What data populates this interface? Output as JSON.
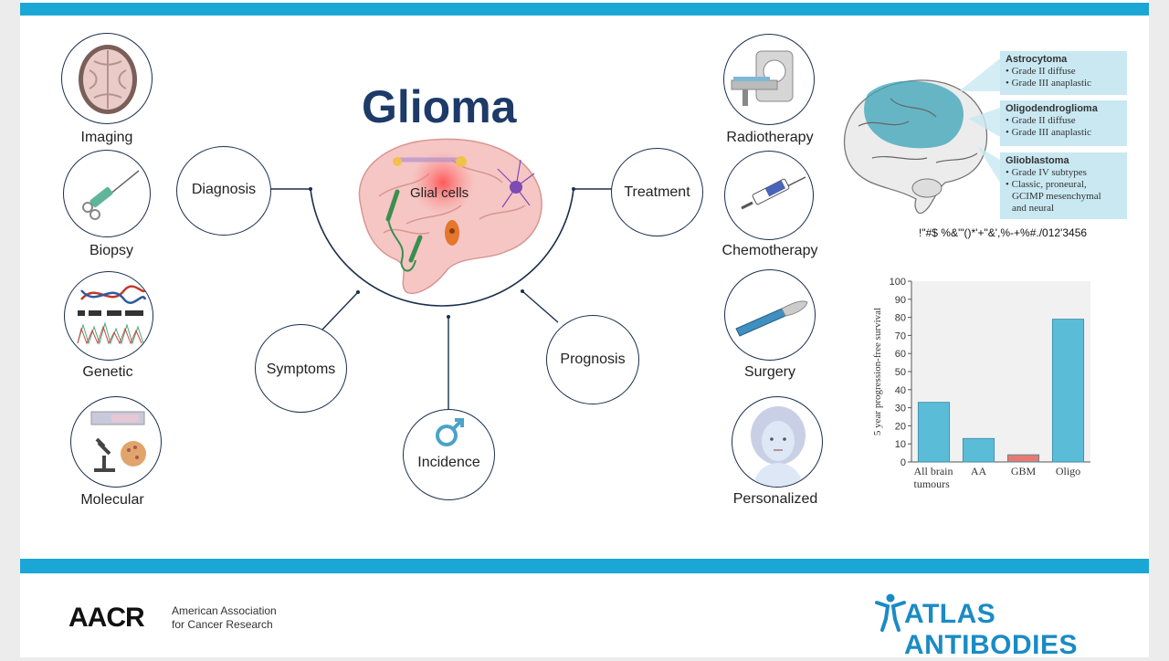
{
  "title": "Glioma",
  "center_label": "Glial cells",
  "diagnosis_methods": [
    "Imaging",
    "Biopsy",
    "Genetic",
    "Molecular"
  ],
  "hub_nodes": {
    "diagnosis": "Diagnosis",
    "treatment": "Treatment",
    "symptoms": "Symptoms",
    "incidence": "Incidence",
    "prognosis": "Prognosis"
  },
  "treatments": [
    "Radiotherapy",
    "Chemotherapy",
    "Surgery",
    "Personalized"
  ],
  "annotations": [
    {
      "heading": "Astrocytoma",
      "items": [
        "• Grade II diffuse",
        "• Grade III anaplastic"
      ]
    },
    {
      "heading": "Oligodendroglioma",
      "items": [
        "• Grade II diffuse",
        "• Grade III anaplastic"
      ]
    },
    {
      "heading": "Glioblastoma",
      "items": [
        "• Grade IV subtypes",
        "• Classic, proneural,",
        "GCIMP mesenchymal",
        "and neural"
      ]
    }
  ],
  "garbled_text": "!\"#$    %&'\"()*'+\"&',%-+%#./012'3456",
  "chart_data": {
    "type": "bar",
    "categories": [
      "All brain tumours",
      "AA",
      "GBM",
      "Oligo"
    ],
    "category_lines": [
      [
        "All brain",
        "tumours"
      ],
      [
        "AA"
      ],
      [
        "GBM"
      ],
      [
        "Oligo"
      ]
    ],
    "values": [
      33,
      13,
      4,
      79
    ],
    "bar_colors": [
      "#5bbcd8",
      "#5bbcd8",
      "#e77a6e",
      "#5bbcd8"
    ],
    "ylabel": "5 year progression-free survival",
    "xlabel": "",
    "ylim": [
      0,
      100
    ],
    "yticks": [
      0,
      10,
      20,
      30,
      40,
      50,
      60,
      70,
      80,
      90,
      100
    ]
  },
  "footer": {
    "aacr_logo": "AACR",
    "aacr_line1": "American Association",
    "aacr_line2": "for Cancer Research",
    "atlas_logo": "ATLAS ANTIBODIES"
  }
}
